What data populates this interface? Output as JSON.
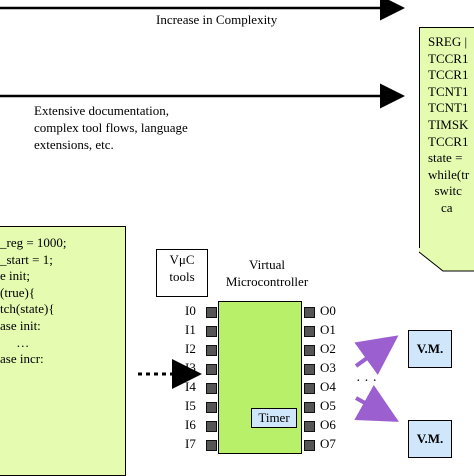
{
  "top": {
    "complexity_label": "Increase in Complexity",
    "bottom_label": "Extensive documentation,\ncomplex tool flows, language\nextensions, etc."
  },
  "right_code": "SREG |\nTCCR1\nTCCR1\nTCNT1\nTCNT1\nTIMSK\nTCCR1\nstate =\nwhile(tr\n  switc\n    ca",
  "left_code": "_reg = 1000;\n_start = 1;\ne init;\n(true){\ntch(state){\nase init:\n     …\nase incr:",
  "tools": {
    "label": "VμC\ntools"
  },
  "chip": {
    "title": "Virtual\nMicrocontroller",
    "timer": "Timer",
    "inputs": [
      "I0",
      "I1",
      "I2",
      "I3",
      "I4",
      "I5",
      "I6",
      "I7"
    ],
    "outputs": [
      "O0",
      "O1",
      "O2",
      "O3",
      "O4",
      "O5",
      "O6",
      "O7"
    ]
  },
  "vm": {
    "top": "V.M.",
    "bottom": "V.M.",
    "ellipsis": "· · ·"
  },
  "colors": {
    "note_fill": "#e4fbb0",
    "chip_fill": "#b8f06a",
    "vm_fill": "#cfe6fb",
    "arrow_purple": "#9c5fd0"
  }
}
